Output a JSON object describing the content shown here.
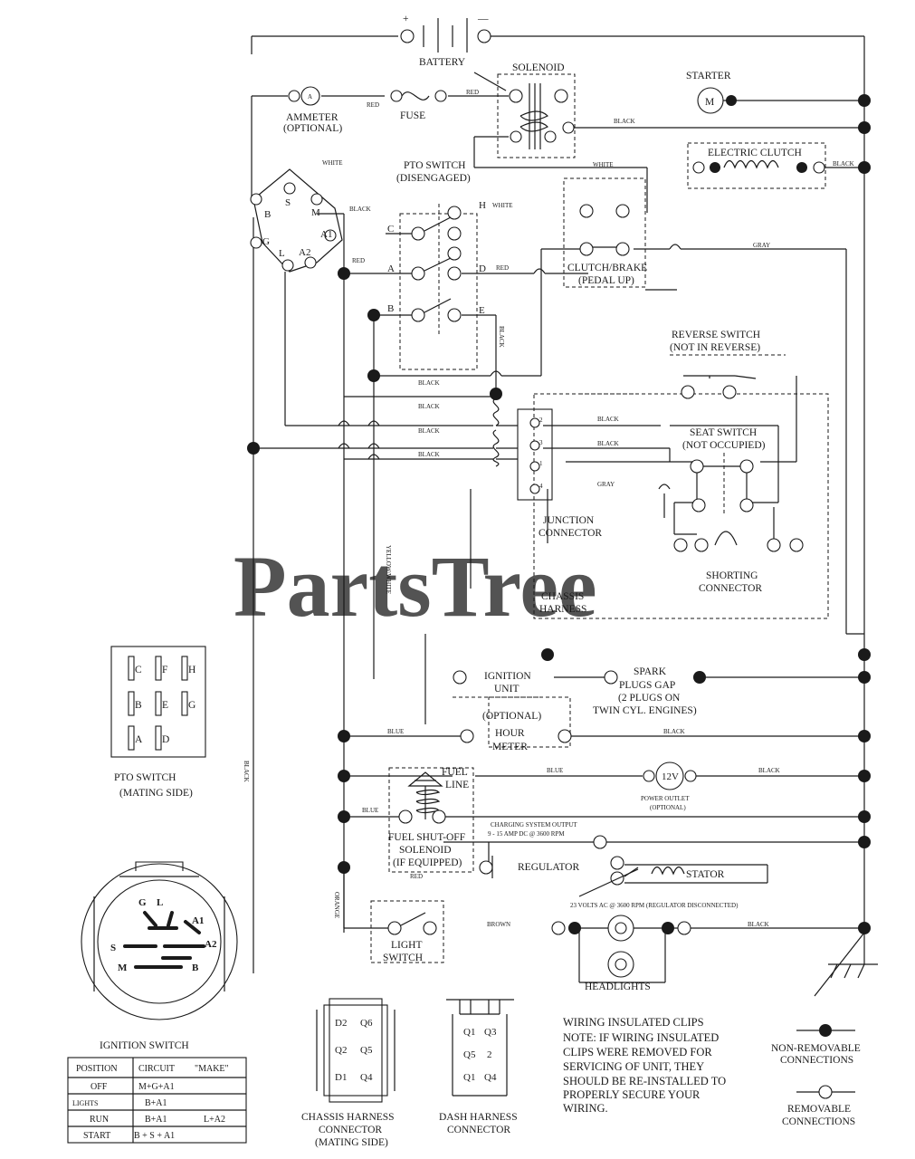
{
  "watermark": "PartsTree",
  "labels": {
    "battery": "BATTERY",
    "battery_plus": "+",
    "battery_minus": "—",
    "solenoid": "SOLENOID",
    "starter": "STARTER",
    "starter_m": "M",
    "ammeter_a": "A",
    "ammeter_1": "AMMETER",
    "ammeter_2": "(OPTIONAL)",
    "fuse": "FUSE",
    "electric_clutch": "ELECTRIC CLUTCH",
    "pto_switch_1": "PTO SWITCH",
    "pto_switch_2": "(DISENGAGED)",
    "clutch_brake_1": "CLUTCH/BRAKE",
    "clutch_brake_2": "(PEDAL UP)",
    "reverse_switch_1": "REVERSE SWITCH",
    "reverse_switch_2": "(NOT IN REVERSE)",
    "seat_switch_1": "SEAT SWITCH",
    "seat_switch_2": "(NOT OCCUPIED)",
    "junction_1": "JUNCTION",
    "junction_2": "CONNECTOR",
    "shorting_1": "SHORTING",
    "shorting_2": "CONNECTOR",
    "chassis_1": "CHASSIS",
    "chassis_2": "HARNESS",
    "ignition_unit_1": "IGNITION",
    "ignition_unit_2": "UNIT",
    "spark_1": "SPARK",
    "spark_2": "PLUGS GAP",
    "spark_3": "(2 PLUGS ON",
    "spark_4": "TWIN CYL. ENGINES)",
    "hour_meter_1": "(OPTIONAL)",
    "hour_meter_2": "HOUR",
    "hour_meter_3": "METER",
    "fuel_line_1": "FUEL",
    "fuel_line_2": "LINE",
    "power_outlet_v": "12V",
    "power_outlet_1": "POWER OUTLET",
    "power_outlet_2": "(OPTIONAL)",
    "charging_1": "CHARGING SYSTEM OUTPUT",
    "charging_2": "9 - 15 AMP DC @ 3600 RPM",
    "fuel_shutoff_1": "FUEL SHUT-OFF",
    "fuel_shutoff_2": "SOLENOID",
    "fuel_shutoff_3": "(IF EQUIPPED)",
    "regulator": "REGULATOR",
    "stator": "STATOR",
    "stator_note": "23 VOLTS AC @ 3600 RPM (REGULATOR DISCONNECTED)",
    "light_switch_1": "LIGHT",
    "light_switch_2": "SWITCH",
    "headlights": "HEADLIGHTS",
    "pto_mating_1": "PTO SWITCH",
    "pto_mating_2": "(MATING SIDE)",
    "ignition_switch": "IGNITION SWITCH",
    "chassis_conn_1": "CHASSIS HARNESS",
    "chassis_conn_2": "CONNECTOR",
    "chassis_conn_3": "(MATING SIDE)",
    "dash_conn_1": "DASH HARNESS",
    "dash_conn_2": "CONNECTOR",
    "note_1": "WIRING INSULATED CLIPS",
    "note_2": "NOTE: IF WIRING INSULATED",
    "note_3": "CLIPS WERE REMOVED FOR",
    "note_4": "SERVICING OF UNIT, THEY",
    "note_5": "SHOULD BE RE-INSTALLED TO",
    "note_6": "PROPERLY SECURE YOUR",
    "note_7": "WIRING.",
    "legend_nonremovable_1": "NON-REMOVABLE",
    "legend_nonremovable_2": "CONNECTIONS",
    "legend_removable_1": "REMOVABLE",
    "legend_removable_2": "CONNECTIONS"
  },
  "wire_colors": {
    "red": "RED",
    "black": "BLACK",
    "white": "WHITE",
    "gray": "GRAY",
    "blue": "BLUE",
    "orange": "ORANGE",
    "brown": "BROWN",
    "yellow_white": "YELLOW/WHITE"
  },
  "pto_switch_pins": [
    "C",
    "A",
    "B",
    "H",
    "D",
    "E"
  ],
  "ignition_terminals": [
    "B",
    "S",
    "M",
    "A1",
    "A2",
    "L",
    "G"
  ],
  "junction_pins": [
    "2",
    "3",
    "1",
    "4"
  ],
  "pto_mating_grid": [
    [
      "C",
      "F",
      "H"
    ],
    [
      "B",
      "E",
      "G"
    ],
    [
      "A",
      "D",
      ""
    ]
  ],
  "ignition_face_pins": [
    "G",
    "L",
    "A1",
    "A2",
    "S",
    "M",
    "B"
  ],
  "chassis_conn_pins": [
    [
      "D2",
      "Q6"
    ],
    [
      "Q2",
      "Q5"
    ],
    [
      "D1",
      "Q4"
    ]
  ],
  "dash_conn_pins": [
    [
      "Q1",
      "Q3"
    ],
    [
      "Q5",
      "2"
    ],
    [
      "Q1",
      "Q4"
    ]
  ],
  "ignition_table": {
    "headers": [
      "POSITION",
      "CIRCUIT",
      "\"MAKE\""
    ],
    "rows": [
      [
        "OFF",
        "M+G+A1",
        ""
      ],
      [
        "LIGHTS",
        "B+A1",
        ""
      ],
      [
        "RUN",
        "B+A1",
        "L+A2"
      ],
      [
        "START",
        "B + S + A1",
        ""
      ]
    ]
  }
}
